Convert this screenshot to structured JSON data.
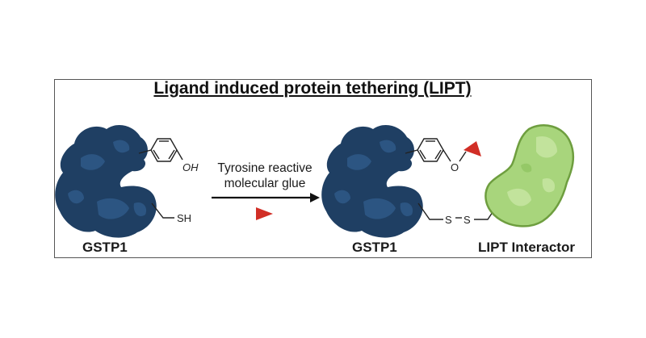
{
  "title": "Ligand induced protein tethering (LIPT)",
  "arrow_label_line1": "Tyrosine reactive",
  "arrow_label_line2": "molecular glue",
  "left": {
    "protein_label": "GSTP1",
    "hydroxyl": "OH",
    "thiol": "SH"
  },
  "right": {
    "protein_label": "GSTP1",
    "interactor_label": "LIPT Interactor",
    "oxygen": "O",
    "sulfur1": "S",
    "sulfur2": "S"
  },
  "colors": {
    "gstp1_dark": "#1f3f63",
    "gstp1_mid": "#2c5582",
    "interactor_light": "#a8d57c",
    "interactor_dark": "#6e9e3f",
    "glue_red": "#d12e26",
    "frame": "#555555"
  }
}
